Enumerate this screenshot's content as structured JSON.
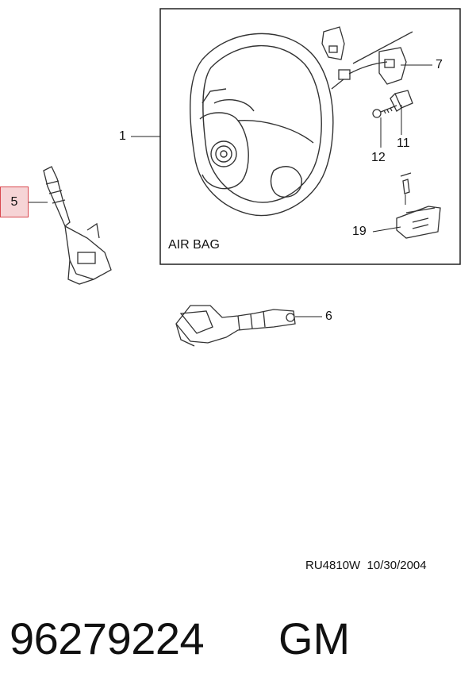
{
  "diagram": {
    "box_label": "AIR BAG",
    "callouts": [
      {
        "id": "1",
        "text": "1"
      },
      {
        "id": "5",
        "text": "5"
      },
      {
        "id": "6",
        "text": "6"
      },
      {
        "id": "7",
        "text": "7"
      },
      {
        "id": "11",
        "text": "11"
      },
      {
        "id": "12",
        "text": "12"
      },
      {
        "id": "19",
        "text": "19"
      }
    ],
    "highlighted_callout": "5",
    "highlight_color": "#f6d4d6",
    "highlight_border": "#d9484f",
    "drawing_code": "RU4810W",
    "drawing_date": "10/30/2004"
  },
  "footer": {
    "part_number": "96279224",
    "brand": "GM"
  }
}
